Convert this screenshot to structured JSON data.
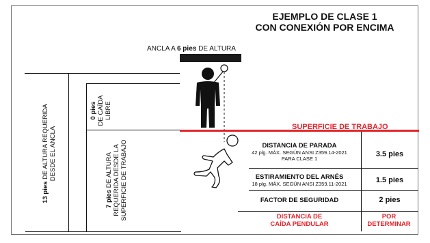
{
  "title": {
    "line1": "EJEMPLO DE CLASE 1",
    "line2": "CON CONEXIÓN POR ENCIMA"
  },
  "anchor": {
    "pre": "ANCLA A ",
    "value": "6 pies",
    "post": " DE ALTURA"
  },
  "left_label": {
    "value": "13 pies",
    "line1_rest": " DE ALTURA REQUERIDA",
    "line2": "DESDE EL ANCLA"
  },
  "free_fall": {
    "value": "0 pies",
    "line2": "DE CAÍDA",
    "line3": "LIBRE"
  },
  "surface_height": {
    "value": "7 pies",
    "line1_rest": " DE ALTURA",
    "line2": "REQUERIDA DESDE LA",
    "line3": "SUPERFICIE DE TRABAJO"
  },
  "work_surface_label": "SUPERFICIE DE TRABAJO",
  "table": [
    {
      "title": "DISTANCIA DE PARADA",
      "sub1": "42 plg. MÁX. SEGÚN ANSI Z359.14-2021",
      "sub2": "PARA CLASE 1",
      "value": "3.5 pies"
    },
    {
      "title": "ESTIRAMIENTO DEL ARNÉS",
      "sub1": "18 plg. MÁX. SEGÚN ANSI Z359.11-2021",
      "sub2": "",
      "value": "1.5 pies"
    },
    {
      "title": "FACTOR DE SEGURIDAD",
      "sub1": "",
      "sub2": "",
      "value": "2 pies"
    },
    {
      "title_line1": "DISTANCIA DE",
      "title_line2": "CAÍDA PENDULAR",
      "value_line1": "POR",
      "value_line2": "DETERMINAR"
    }
  ],
  "colors": {
    "accent_red": "#e3242b",
    "ink": "#111111",
    "anchor_bar": "#1a1a1a"
  },
  "icons": {
    "standing_worker": "standing-worker-icon",
    "falling_worker": "falling-worker-icon"
  }
}
